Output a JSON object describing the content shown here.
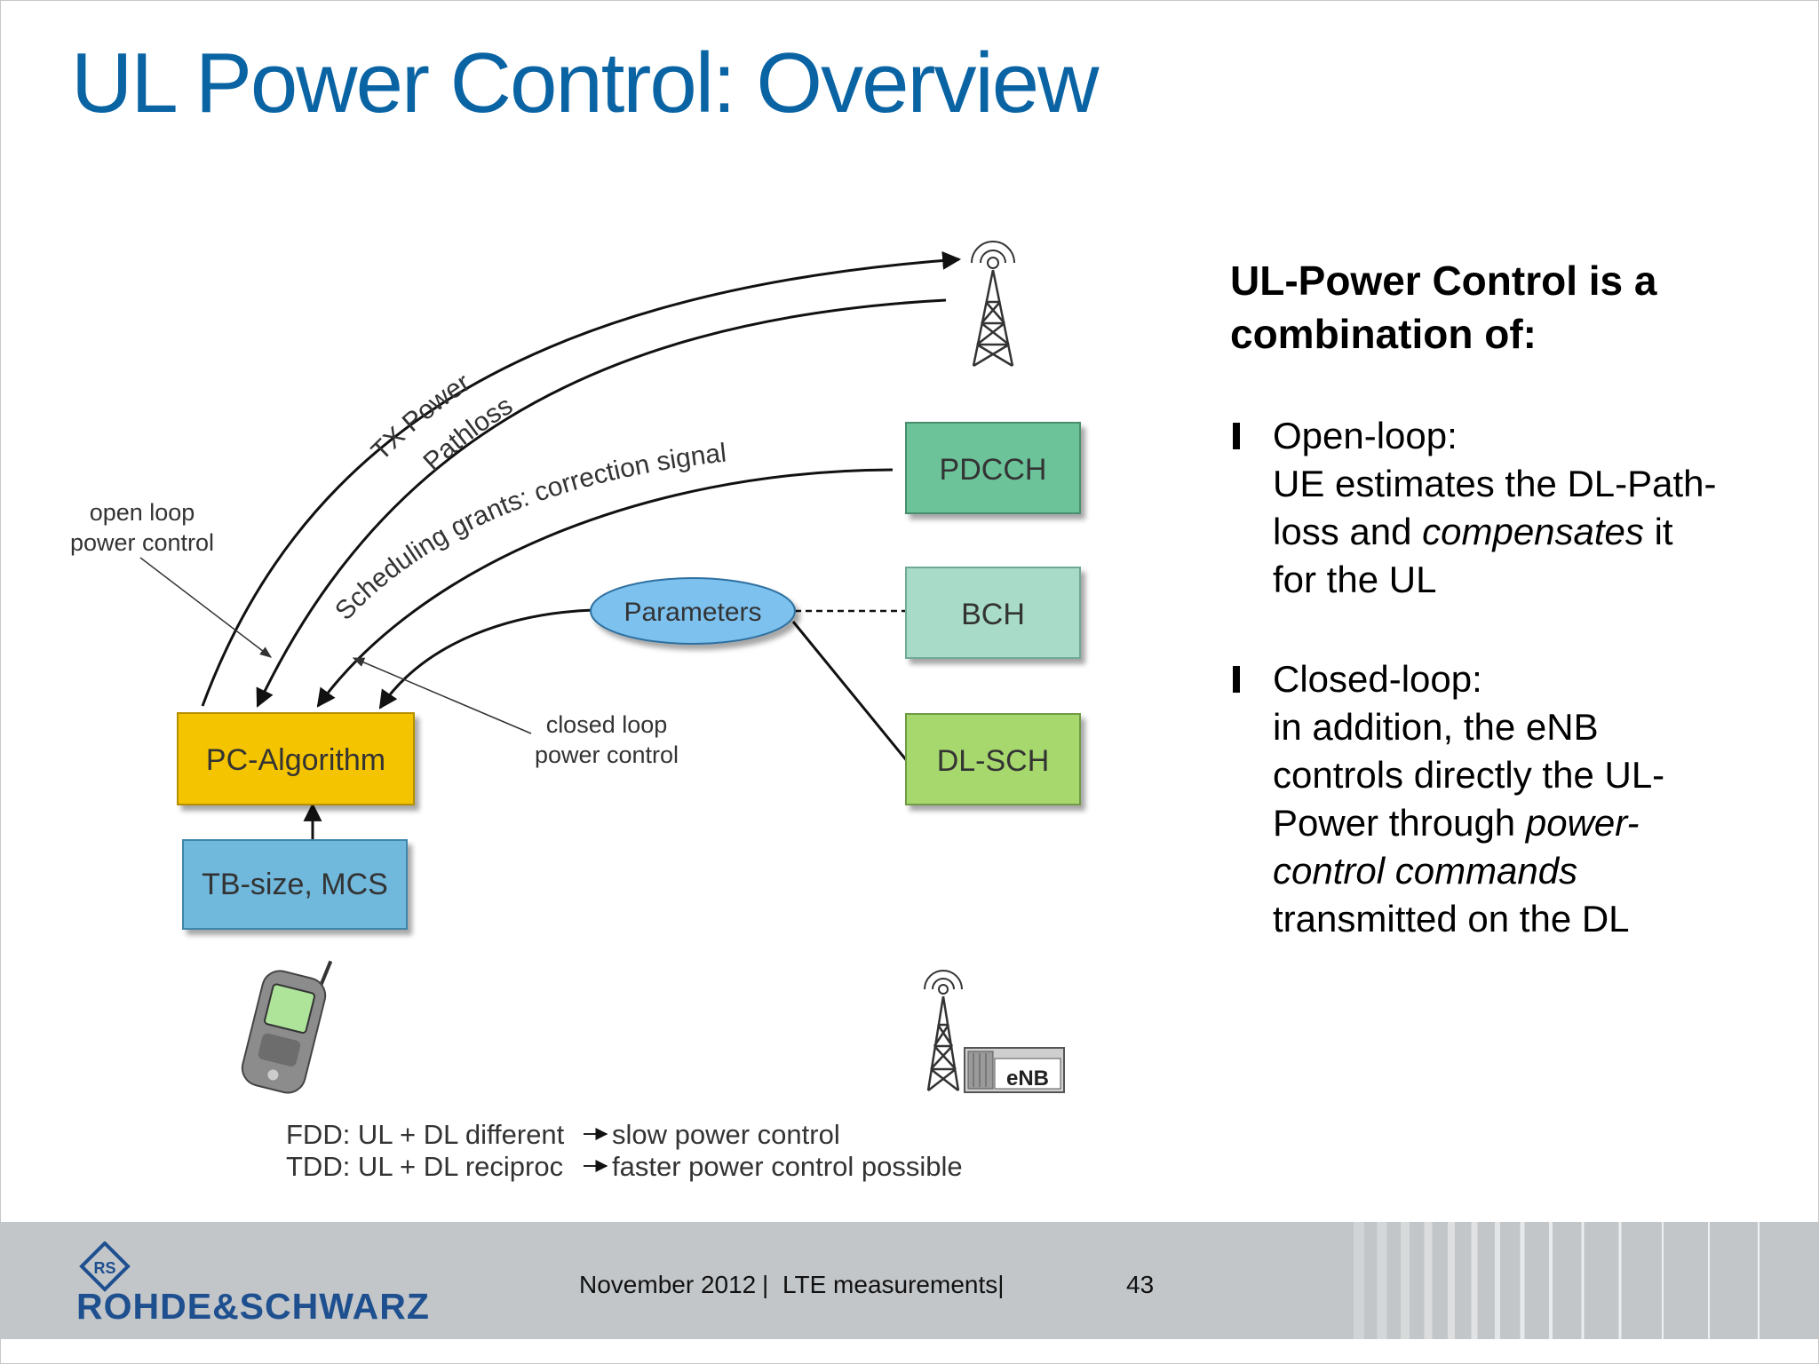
{
  "title": "UL Power Control: Overview",
  "diagram": {
    "blocks": {
      "pdcch": "PDCCH",
      "bch": "BCH",
      "dlsch": "DL-SCH",
      "pc_algorithm": "PC-Algorithm",
      "tb_size": "TB-size, MCS",
      "parameters": "Parameters"
    },
    "arc_labels": {
      "tx_power": "TX Power",
      "pathloss": "Pathloss",
      "scheduling": "Scheduling grants: correction signal"
    },
    "annotations": {
      "open_loop_1": "open loop",
      "open_loop_2": "power control",
      "closed_loop_1": "closed loop",
      "closed_loop_2": "power control"
    },
    "enb_label": "eNB",
    "notes": {
      "fdd_1": "FDD: UL + DL different",
      "fdd_2": "slow power control",
      "tdd_1": "TDD: UL + DL reciproc",
      "tdd_2": "faster power control possible"
    },
    "colors": {
      "pdcch": "#6cc39a",
      "bch": "#a8dcc8",
      "dlsch": "#a6d86e",
      "pc_algorithm": "#f5c400",
      "tb_size": "#6fb8dc",
      "parameters": "#7dc1ef"
    }
  },
  "right_panel": {
    "heading_line1": "UL-Power Control is a",
    "heading_line2": "combination of:",
    "open_loop": {
      "title": "Open-loop:",
      "line1": "UE estimates the DL-Path-",
      "line2_a": "loss and ",
      "line2_em": "compensates",
      "line2_b": " it",
      "line3": "for the UL"
    },
    "closed_loop": {
      "title": "Closed-loop:",
      "line1": "in addition, the eNB",
      "line2": "controls directly the UL-",
      "line3_a": "Power through ",
      "line3_em": "power-",
      "line4_em": "control commands",
      "line5": "transmitted on the DL"
    }
  },
  "footer": {
    "date": "November 2012",
    "separator": "|",
    "topic": "LTE measurements|",
    "page": "43",
    "logo": "ROHDE&SCHWARZ",
    "logo_mark": "RS"
  }
}
